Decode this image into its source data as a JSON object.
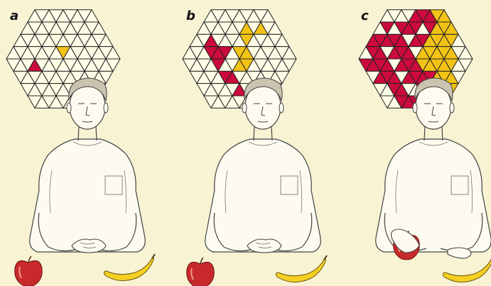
{
  "panels": [
    {
      "label": "a",
      "state": "Fruits on table, few choices made"
    },
    {
      "label": "b",
      "state": "Fruits on table, more choices made"
    },
    {
      "label": "c",
      "state": "Apple picked up, many choices made"
    }
  ],
  "colors": {
    "background": "#f7f3d3",
    "grid_fill": "#fffde6",
    "red": "#cc0a3c",
    "yellow": "#f2c315",
    "line": "#222222"
  },
  "grid_patterns": [
    {
      "red": [
        [
          4,
          3
        ]
      ],
      "yellow": [
        [
          3,
          7
        ]
      ]
    },
    {
      "red": [
        [
          2,
          2
        ],
        [
          3,
          3
        ],
        [
          3,
          4
        ],
        [
          3,
          5
        ],
        [
          4,
          4
        ],
        [
          5,
          4
        ],
        [
          5,
          5
        ],
        [
          6,
          5
        ]
      ],
      "yellow": [
        [
          1,
          6
        ],
        [
          1,
          8
        ],
        [
          2,
          7
        ],
        [
          3,
          7
        ],
        [
          3,
          8
        ],
        [
          4,
          7
        ],
        [
          4,
          8
        ]
      ]
    },
    {
      "red": [
        [
          0,
          4
        ],
        [
          0,
          5
        ],
        [
          0,
          6
        ],
        [
          1,
          1
        ],
        [
          1,
          3
        ],
        [
          1,
          4
        ],
        [
          1,
          5
        ],
        [
          1,
          7
        ],
        [
          2,
          0
        ],
        [
          2,
          1
        ],
        [
          2,
          2
        ],
        [
          2,
          3
        ],
        [
          2,
          4
        ],
        [
          2,
          6
        ],
        [
          2,
          7
        ],
        [
          3,
          1
        ],
        [
          3,
          2
        ],
        [
          3,
          4
        ],
        [
          3,
          5
        ],
        [
          3,
          6
        ],
        [
          4,
          0
        ],
        [
          4,
          1
        ],
        [
          4,
          2
        ],
        [
          4,
          3
        ],
        [
          4,
          5
        ],
        [
          4,
          6
        ],
        [
          4,
          7
        ],
        [
          5,
          1
        ],
        [
          5,
          2
        ],
        [
          5,
          3
        ],
        [
          5,
          5
        ],
        [
          5,
          6
        ],
        [
          5,
          7
        ],
        [
          5,
          8
        ],
        [
          6,
          2
        ],
        [
          6,
          3
        ],
        [
          6,
          6
        ],
        [
          6,
          7
        ],
        [
          6,
          8
        ],
        [
          7,
          2
        ],
        [
          7,
          3
        ],
        [
          7,
          4
        ],
        [
          7,
          7
        ]
      ],
      "yellow": [
        [
          0,
          7
        ],
        [
          0,
          8
        ],
        [
          1,
          8
        ],
        [
          1,
          9
        ],
        [
          1,
          10
        ],
        [
          1,
          11
        ],
        [
          2,
          8
        ],
        [
          2,
          9
        ],
        [
          2,
          10
        ],
        [
          2,
          11
        ],
        [
          3,
          8
        ],
        [
          3,
          9
        ],
        [
          3,
          10
        ],
        [
          3,
          11
        ],
        [
          3,
          12
        ],
        [
          4,
          8
        ],
        [
          4,
          9
        ],
        [
          4,
          10
        ],
        [
          4,
          11
        ],
        [
          4,
          12
        ],
        [
          5,
          9
        ],
        [
          5,
          10
        ],
        [
          5,
          11
        ],
        [
          6,
          9
        ],
        [
          6,
          10
        ],
        [
          7,
          8
        ],
        [
          7,
          9
        ]
      ]
    }
  ]
}
